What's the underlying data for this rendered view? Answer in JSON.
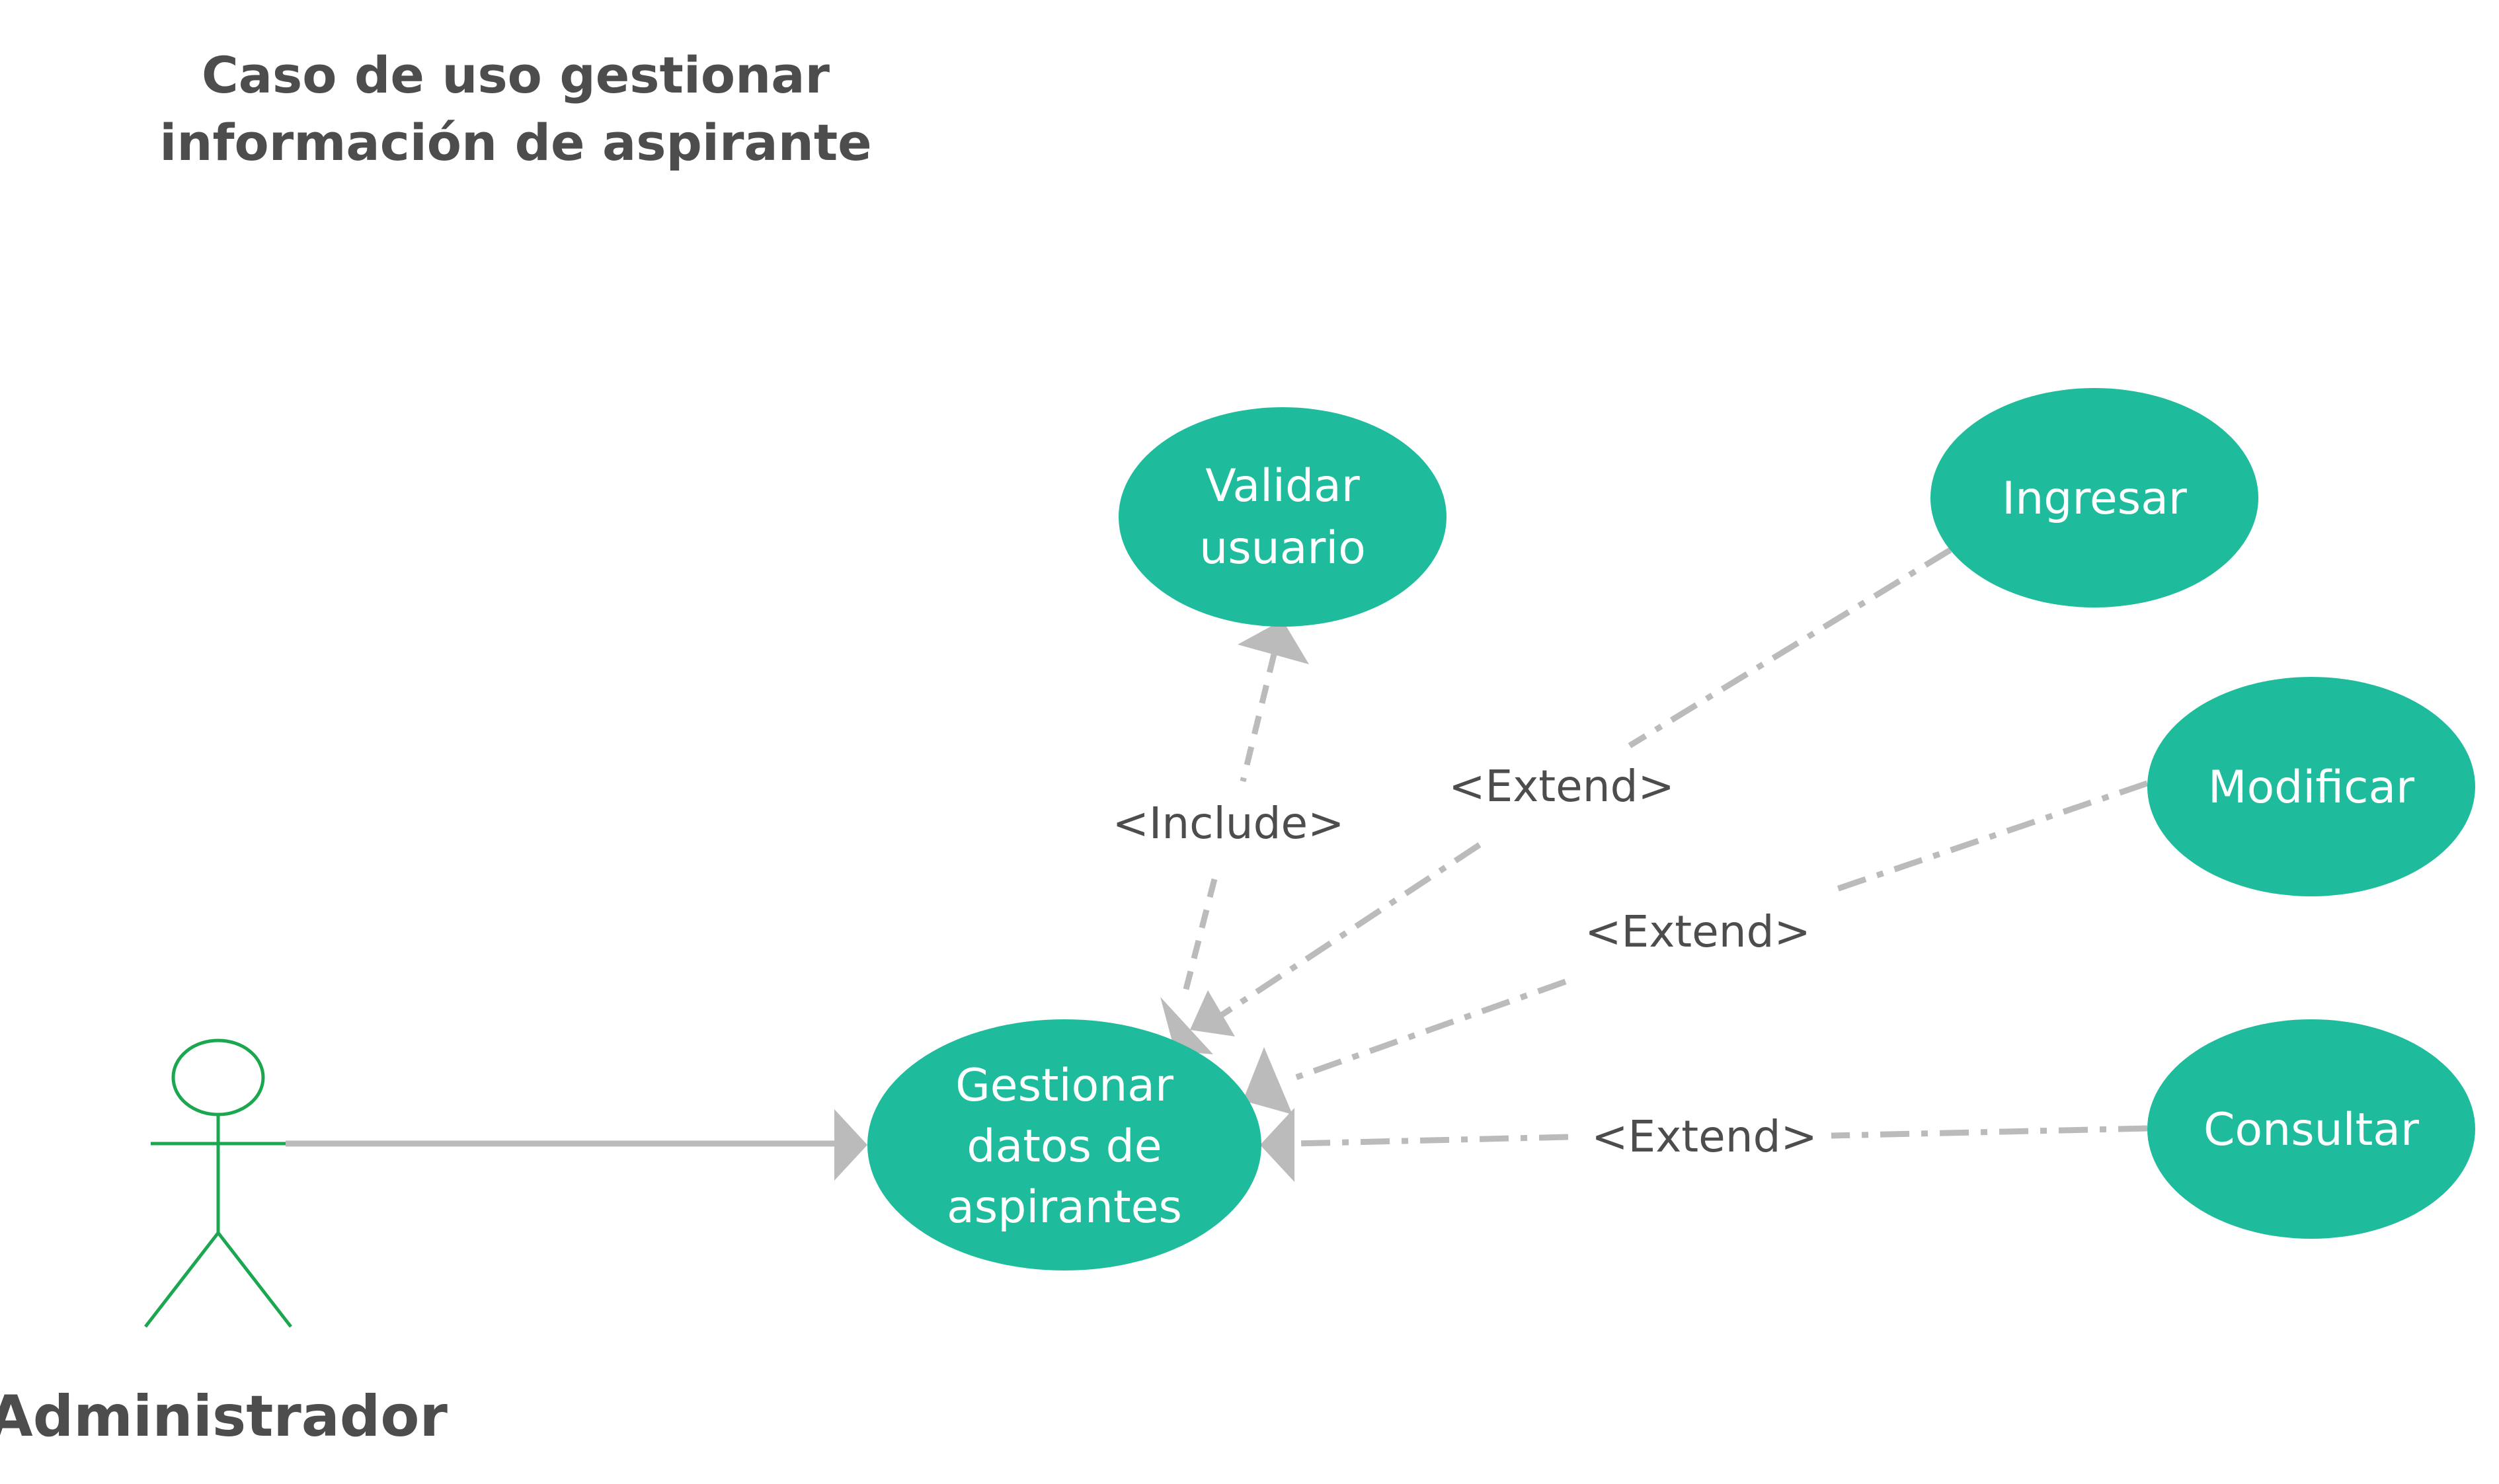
{
  "title": {
    "line1": "Caso de uso gestionar",
    "line2": "información de aspirante"
  },
  "actor": {
    "name": "Administrador"
  },
  "use_cases": {
    "validar": {
      "line1": "Validar",
      "line2": "usuario"
    },
    "ingresar": {
      "label": "Ingresar"
    },
    "modificar": {
      "label": "Modificar"
    },
    "consultar": {
      "label": "Consultar"
    },
    "gestionar": {
      "line1": "Gestionar",
      "line2": "datos de",
      "line3": "aspirantes"
    }
  },
  "relations": {
    "include": "<Include>",
    "extend_ingresar": "<Extend>",
    "extend_modificar": "<Extend>",
    "extend_consultar": "<Extend>"
  },
  "colors": {
    "usecase_fill": "#1ebc9c",
    "connector": "#bbbbbb",
    "actor_stroke": "#1ba650",
    "text": "#4d4d4d"
  }
}
